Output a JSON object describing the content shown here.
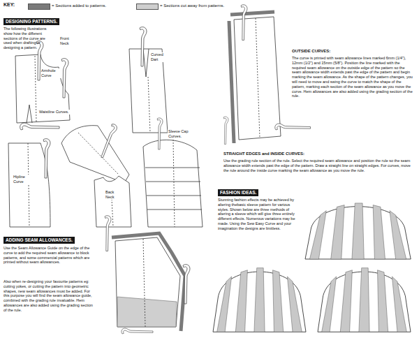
{
  "diagram": {
    "nodes": [
      {
        "text": [
          "DESIGNING PATTERNS."
        ]
      },
      {
        "text": [
          "ADDING SEAM ALLOWANCES."
        ]
      },
      {
        "text": [
          "FASHION IDEAS."
        ]
      }
    ],
    "labels": [
      "KEY:",
      "The following illustrations show how the different sections of the curve are used when drafting or designing a pattern.",
      "Front Neck",
      "Armhole Curve",
      "Waistline Curves.",
      "Curved Dart",
      "Hipline Curve",
      "Sleeve Cap Curves.",
      "Back Neck",
      "Use the Seam Allowance Guide on the edge of the curve to add the required seam allowance to block patterns, and some commercial patterns which are printed without seam allowances.",
      "Also when re-designing your favourite patterns eg: cutting yokes, or cutting the pattern into geometric shapes, new seam allowances must be added. For this purpose you will find the seam allowance guide, combined with the grading rule invaluable. Hem allowances are also added using the grading section of the rule.",
      "OUTSIDE CURVES:",
      "The curve is printed with seam allowance lines marked 6mm (1/4\"), 12mm (1/2\") and 15mm (5/8\"). Position the line marked with the required seam allowance on the outside edge of the pattern so the seam allowance width extends past the edge of the pattern and begin marking the seam allowance. As the shape of the pattern changes, you will need to move and swing the curve to match the shape of the pattern, marking each section of the seam allowance as you move the curve. Hem allowances are also added using the grading section of the rule.",
      "STRAIGHT EDGES and INSIDE CURVES:",
      "Use the grading rule section of the rule. Select the required seam allowance and position the rule so the seam allowance width extends past the edge of the pattern. Draw a straight line on straight edges. For curves, move the rule around the inside curve marking the seam allowance as you move the rule.",
      "Stunning fashion effects may be achieved by altering thebasic sleeve pattern for various styles. Shown below are three methods of altering a sleeve which will give three entirely different effects. Numerous variations may be made. Using the Sew Easy Curve and your imagination the designs are limitless."
    ],
    "legend": [
      {
        "text": "= Sections added to patterns.",
        "color": "#7a7a7a"
      },
      {
        "text": "= Sections cut away from patterns.",
        "color": "#cfcfcf"
      }
    ]
  }
}
